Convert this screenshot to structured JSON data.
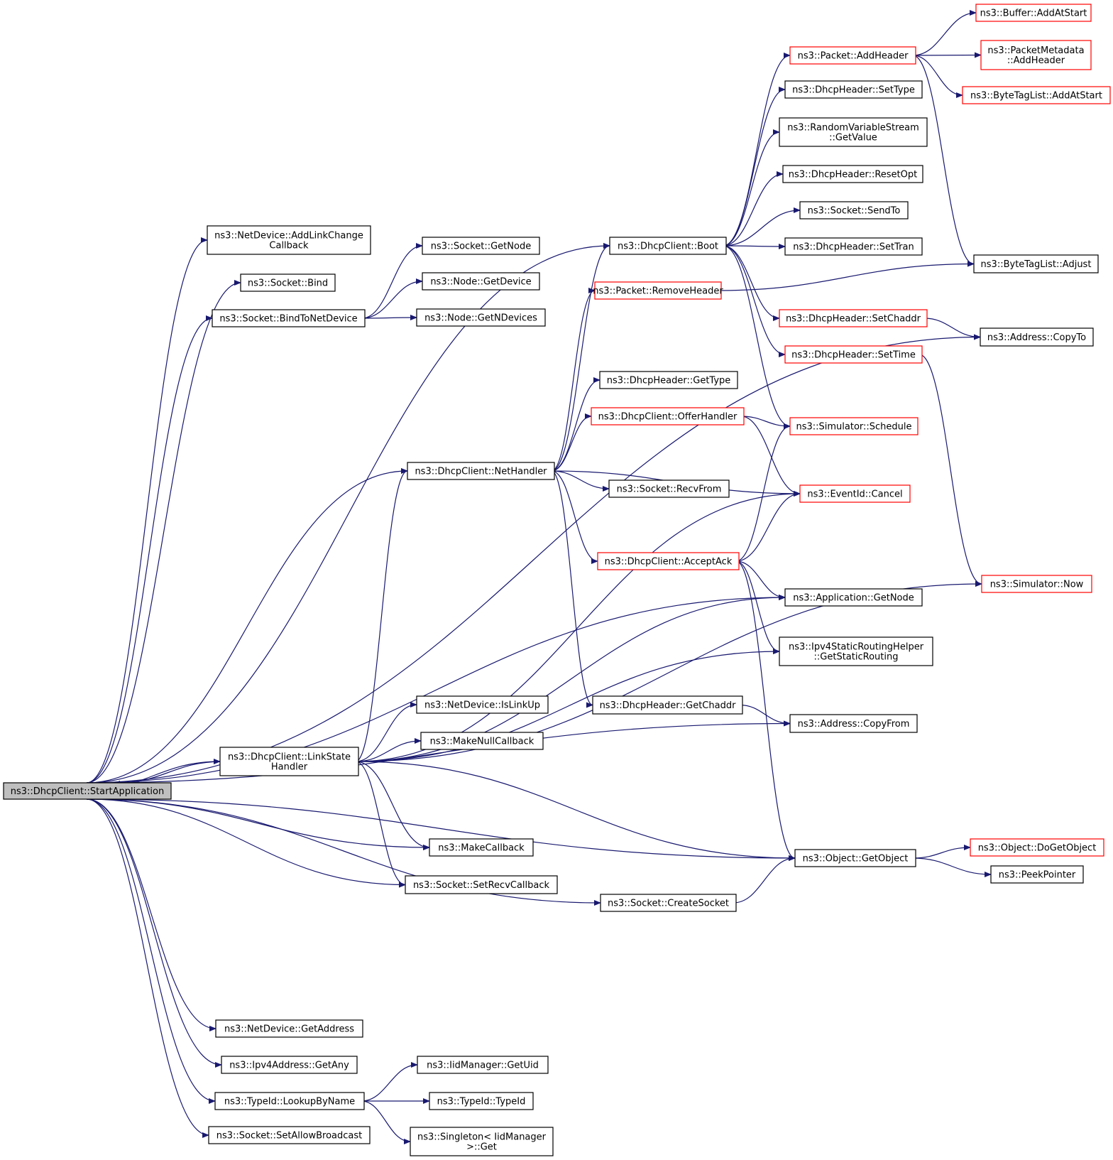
{
  "colors": {
    "edge": "#191970",
    "node_border": "#000000",
    "node_border_incomplete": "#ff0000",
    "current_fill": "#bfbfbf",
    "background": "#ffffff"
  },
  "nodes": [
    {
      "id": "startapp",
      "lines": [
        "ns3::DhcpClient::StartApplication"
      ],
      "style": "current"
    },
    {
      "id": "addlinkchange",
      "lines": [
        "ns3::NetDevice::AddLinkChange",
        "Callback"
      ],
      "style": "normal"
    },
    {
      "id": "sockbind",
      "lines": [
        "ns3::Socket::Bind"
      ],
      "style": "normal"
    },
    {
      "id": "bindtonetdev",
      "lines": [
        "ns3::Socket::BindToNetDevice"
      ],
      "style": "normal"
    },
    {
      "id": "sockgetnode",
      "lines": [
        "ns3::Socket::GetNode"
      ],
      "style": "normal"
    },
    {
      "id": "nodegetdevice",
      "lines": [
        "ns3::Node::GetDevice"
      ],
      "style": "normal"
    },
    {
      "id": "nodegetndevices",
      "lines": [
        "ns3::Node::GetNDevices"
      ],
      "style": "normal"
    },
    {
      "id": "boot",
      "lines": [
        "ns3::DhcpClient::Boot"
      ],
      "style": "normal"
    },
    {
      "id": "removeheader",
      "lines": [
        "ns3::Packet::RemoveHeader"
      ],
      "style": "red"
    },
    {
      "id": "addheader",
      "lines": [
        "ns3::Packet::AddHeader"
      ],
      "style": "red"
    },
    {
      "id": "settype",
      "lines": [
        "ns3::DhcpHeader::SetType"
      ],
      "style": "normal"
    },
    {
      "id": "getvalue",
      "lines": [
        "ns3::RandomVariableStream",
        "::GetValue"
      ],
      "style": "normal"
    },
    {
      "id": "resetopt",
      "lines": [
        "ns3::DhcpHeader::ResetOpt"
      ],
      "style": "normal"
    },
    {
      "id": "sendto",
      "lines": [
        "ns3::Socket::SendTo"
      ],
      "style": "normal"
    },
    {
      "id": "settran",
      "lines": [
        "ns3::DhcpHeader::SetTran"
      ],
      "style": "normal"
    },
    {
      "id": "setchaddr",
      "lines": [
        "ns3::DhcpHeader::SetChaddr"
      ],
      "style": "red"
    },
    {
      "id": "settime",
      "lines": [
        "ns3::DhcpHeader::SetTime"
      ],
      "style": "red"
    },
    {
      "id": "bufaddatstart",
      "lines": [
        "ns3::Buffer::AddAtStart"
      ],
      "style": "red"
    },
    {
      "id": "pmaddheader",
      "lines": [
        "ns3::PacketMetadata",
        "::AddHeader"
      ],
      "style": "red"
    },
    {
      "id": "btladdatstart",
      "lines": [
        "ns3::ByteTagList::AddAtStart"
      ],
      "style": "red"
    },
    {
      "id": "btladjust",
      "lines": [
        "ns3::ByteTagList::Adjust"
      ],
      "style": "normal"
    },
    {
      "id": "addrcopyto",
      "lines": [
        "ns3::Address::CopyTo"
      ],
      "style": "normal"
    },
    {
      "id": "gettype",
      "lines": [
        "ns3::DhcpHeader::GetType"
      ],
      "style": "normal"
    },
    {
      "id": "offerhandler",
      "lines": [
        "ns3::DhcpClient::OfferHandler"
      ],
      "style": "red"
    },
    {
      "id": "schedule",
      "lines": [
        "ns3::Simulator::Schedule"
      ],
      "style": "red"
    },
    {
      "id": "nethandler",
      "lines": [
        "ns3::DhcpClient::NetHandler"
      ],
      "style": "normal"
    },
    {
      "id": "recvfrom",
      "lines": [
        "ns3::Socket::RecvFrom"
      ],
      "style": "normal"
    },
    {
      "id": "cancel",
      "lines": [
        "ns3::EventId::Cancel"
      ],
      "style": "red"
    },
    {
      "id": "acceptack",
      "lines": [
        "ns3::DhcpClient::AcceptAck"
      ],
      "style": "red"
    },
    {
      "id": "simnow",
      "lines": [
        "ns3::Simulator::Now"
      ],
      "style": "red"
    },
    {
      "id": "appgetnode",
      "lines": [
        "ns3::Application::GetNode"
      ],
      "style": "normal"
    },
    {
      "id": "getstaticrouting",
      "lines": [
        "ns3::Ipv4StaticRoutingHelper",
        "::GetStaticRouting"
      ],
      "style": "normal"
    },
    {
      "id": "islinkup",
      "lines": [
        "ns3::NetDevice::IsLinkUp"
      ],
      "style": "normal"
    },
    {
      "id": "getchaddr",
      "lines": [
        "ns3::DhcpHeader::GetChaddr"
      ],
      "style": "normal"
    },
    {
      "id": "addrcopyfrom",
      "lines": [
        "ns3::Address::CopyFrom"
      ],
      "style": "normal"
    },
    {
      "id": "makenullcb",
      "lines": [
        "ns3::MakeNullCallback"
      ],
      "style": "normal"
    },
    {
      "id": "linkstate",
      "lines": [
        "ns3::DhcpClient::LinkState",
        "Handler"
      ],
      "style": "normal"
    },
    {
      "id": "makecb",
      "lines": [
        "ns3::MakeCallback"
      ],
      "style": "normal"
    },
    {
      "id": "getobject",
      "lines": [
        "ns3::Object::GetObject"
      ],
      "style": "normal"
    },
    {
      "id": "dogetobject",
      "lines": [
        "ns3::Object::DoGetObject"
      ],
      "style": "red"
    },
    {
      "id": "peekpointer",
      "lines": [
        "ns3::PeekPointer"
      ],
      "style": "normal"
    },
    {
      "id": "setrecvcb",
      "lines": [
        "ns3::Socket::SetRecvCallback"
      ],
      "style": "normal"
    },
    {
      "id": "createsocket",
      "lines": [
        "ns3::Socket::CreateSocket"
      ],
      "style": "normal"
    },
    {
      "id": "netdevgetaddr",
      "lines": [
        "ns3::NetDevice::GetAddress"
      ],
      "style": "normal"
    },
    {
      "id": "ipv4getany",
      "lines": [
        "ns3::Ipv4Address::GetAny"
      ],
      "style": "normal"
    },
    {
      "id": "getuid",
      "lines": [
        "ns3::IidManager::GetUid"
      ],
      "style": "normal"
    },
    {
      "id": "lookupbyname",
      "lines": [
        "ns3::TypeId::LookupByName"
      ],
      "style": "normal"
    },
    {
      "id": "typeidtypeid",
      "lines": [
        "ns3::TypeId::TypeId"
      ],
      "style": "normal"
    },
    {
      "id": "setallowbcast",
      "lines": [
        "ns3::Socket::SetAllowBroadcast"
      ],
      "style": "normal"
    },
    {
      "id": "singletonget",
      "lines": [
        "ns3::Singleton< IidManager",
        ">::Get"
      ],
      "style": "normal"
    }
  ],
  "edges": [
    {
      "from": "startapp",
      "to": "addlinkchange"
    },
    {
      "from": "startapp",
      "to": "sockbind"
    },
    {
      "from": "startapp",
      "to": "bindtonetdev"
    },
    {
      "from": "startapp",
      "to": "boot"
    },
    {
      "from": "startapp",
      "to": "addrcopyto"
    },
    {
      "from": "startapp",
      "to": "nethandler"
    },
    {
      "from": "startapp",
      "to": "appgetnode"
    },
    {
      "from": "startapp",
      "to": "linkstate"
    },
    {
      "from": "startapp",
      "to": "makecb"
    },
    {
      "from": "startapp",
      "to": "setrecvcb"
    },
    {
      "from": "startapp",
      "to": "addrcopyfrom"
    },
    {
      "from": "startapp",
      "to": "createsocket"
    },
    {
      "from": "startapp",
      "to": "getobject"
    },
    {
      "from": "startapp",
      "to": "netdevgetaddr"
    },
    {
      "from": "startapp",
      "to": "ipv4getany"
    },
    {
      "from": "startapp",
      "to": "lookupbyname"
    },
    {
      "from": "startapp",
      "to": "setallowbcast"
    },
    {
      "from": "bindtonetdev",
      "to": "sockgetnode"
    },
    {
      "from": "bindtonetdev",
      "to": "nodegetdevice"
    },
    {
      "from": "bindtonetdev",
      "to": "nodegetndevices"
    },
    {
      "from": "boot",
      "to": "addheader"
    },
    {
      "from": "boot",
      "to": "settype"
    },
    {
      "from": "boot",
      "to": "getvalue"
    },
    {
      "from": "boot",
      "to": "resetopt"
    },
    {
      "from": "boot",
      "to": "sendto"
    },
    {
      "from": "boot",
      "to": "settran"
    },
    {
      "from": "boot",
      "to": "setchaddr"
    },
    {
      "from": "boot",
      "to": "settime"
    },
    {
      "from": "boot",
      "to": "schedule"
    },
    {
      "from": "addheader",
      "to": "bufaddatstart"
    },
    {
      "from": "addheader",
      "to": "pmaddheader"
    },
    {
      "from": "addheader",
      "to": "btladdatstart"
    },
    {
      "from": "addheader",
      "to": "btladjust"
    },
    {
      "from": "removeheader",
      "to": "btladjust"
    },
    {
      "from": "setchaddr",
      "to": "addrcopyto"
    },
    {
      "from": "settime",
      "to": "simnow"
    },
    {
      "from": "nethandler",
      "to": "boot"
    },
    {
      "from": "nethandler",
      "to": "removeheader"
    },
    {
      "from": "nethandler",
      "to": "gettype"
    },
    {
      "from": "nethandler",
      "to": "offerhandler"
    },
    {
      "from": "nethandler",
      "to": "cancel"
    },
    {
      "from": "nethandler",
      "to": "recvfrom"
    },
    {
      "from": "nethandler",
      "to": "acceptack"
    },
    {
      "from": "nethandler",
      "to": "getchaddr"
    },
    {
      "from": "offerhandler",
      "to": "schedule"
    },
    {
      "from": "offerhandler",
      "to": "cancel"
    },
    {
      "from": "acceptack",
      "to": "schedule"
    },
    {
      "from": "acceptack",
      "to": "cancel"
    },
    {
      "from": "acceptack",
      "to": "appgetnode"
    },
    {
      "from": "acceptack",
      "to": "getstaticrouting"
    },
    {
      "from": "acceptack",
      "to": "getobject"
    },
    {
      "from": "getchaddr",
      "to": "addrcopyfrom"
    },
    {
      "from": "linkstate",
      "to": "startapp"
    },
    {
      "from": "linkstate",
      "to": "nethandler"
    },
    {
      "from": "linkstate",
      "to": "cancel"
    },
    {
      "from": "linkstate",
      "to": "appgetnode"
    },
    {
      "from": "linkstate",
      "to": "getstaticrouting"
    },
    {
      "from": "linkstate",
      "to": "islinkup"
    },
    {
      "from": "linkstate",
      "to": "makenullcb"
    },
    {
      "from": "linkstate",
      "to": "simnow"
    },
    {
      "from": "linkstate",
      "to": "makecb"
    },
    {
      "from": "linkstate",
      "to": "setrecvcb"
    },
    {
      "from": "linkstate",
      "to": "getobject"
    },
    {
      "from": "getobject",
      "to": "dogetobject"
    },
    {
      "from": "getobject",
      "to": "peekpointer"
    },
    {
      "from": "createsocket",
      "to": "getobject"
    },
    {
      "from": "lookupbyname",
      "to": "getuid"
    },
    {
      "from": "lookupbyname",
      "to": "typeidtypeid"
    },
    {
      "from": "lookupbyname",
      "to": "singletonget"
    }
  ]
}
